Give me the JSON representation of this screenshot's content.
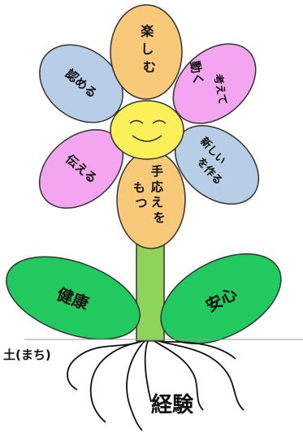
{
  "petals": {
    "top": "楽しむ",
    "upper_left": "認める",
    "upper_right_main": "動く",
    "upper_right_sub": "考えて",
    "lower_left": "伝える",
    "lower_right_main": "新しい",
    "lower_right_sub": "を作る",
    "bottom_line1": "手応えを",
    "bottom_line2": "もつ"
  },
  "leaves": {
    "left": "健康",
    "right": "安心"
  },
  "ground": {
    "label": "土(まち)",
    "roots_label": "経験"
  },
  "colors": {
    "petal_orange": "#F9C97A",
    "petal_blue": "#B8CDE6",
    "petal_pink": "#F3A6EF",
    "center_yellow": "#FBF05A",
    "leaf_green": "#22C95E",
    "stem_green": "#8ED45A",
    "outline": "#333333"
  }
}
